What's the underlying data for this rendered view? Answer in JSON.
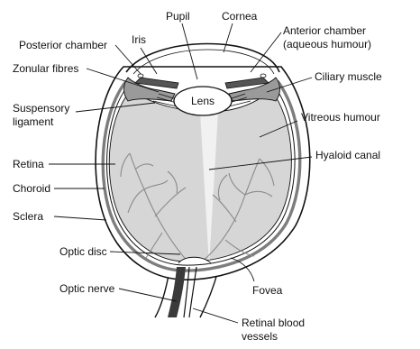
{
  "diagram": {
    "labels": {
      "pupil": "Pupil",
      "cornea": "Cornea",
      "anterior_chamber_1": "Anterior chamber",
      "anterior_chamber_2": "(aqueous humour)",
      "iris": "Iris",
      "posterior_chamber": "Posterior chamber",
      "zonular_fibres": "Zonular fibres",
      "ciliary_muscle": "Ciliary muscle",
      "lens": "Lens",
      "suspensory_1": "Suspensory",
      "suspensory_2": "ligament",
      "vitreous_humour": "Vitreous humour",
      "hyaloid_canal": "Hyaloid canal",
      "retina": "Retina",
      "choroid": "Choroid",
      "sclera": "Sclera",
      "optic_disc": "Optic disc",
      "fovea": "Fovea",
      "optic_nerve": "Optic nerve",
      "retinal_vessels_1": "Retinal blood",
      "retinal_vessels_2": "vessels"
    },
    "colors": {
      "vitreous": "#d6d6d6",
      "canal": "#f1f1f1",
      "ciliary": "#9a9a9a",
      "choroid": "#7d7d7d",
      "stroke": "#111111",
      "lens": "#ffffff"
    }
  }
}
